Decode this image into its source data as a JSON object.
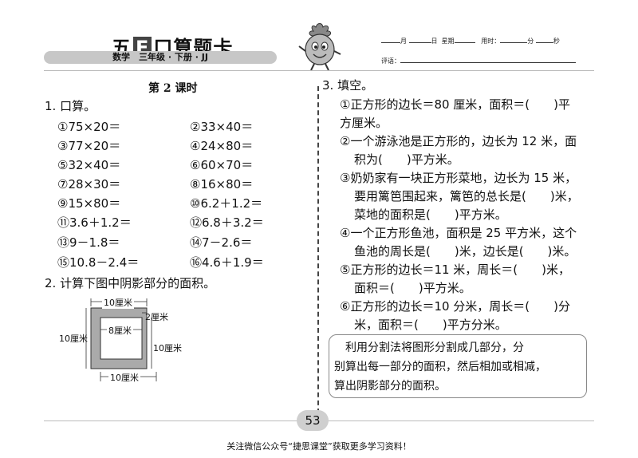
{
  "header": {
    "title_pre": "五",
    "title_e": "E",
    "title_post": "口算题卡",
    "subject_line": "数学　三年级 · 下册 · JJ",
    "date_month": "月",
    "date_day": "日",
    "date_weekday": "星期",
    "time_used": "用时：",
    "minute": "分",
    "second": "秒",
    "comment": "评语："
  },
  "left": {
    "lesson": "第 2 课时",
    "q1_title": "1. 口算。",
    "items": [
      "①75×20＝",
      "②33×40＝",
      "③77×20＝",
      "④24×80＝",
      "⑤32×40＝",
      "⑥60×70＝",
      "⑦28×30＝",
      "⑧16×80＝",
      "⑨15×80＝",
      "⑩6.2＋1.2＝",
      "⑪3.6＋1.2＝",
      "⑫6.8＋3.2＝",
      "⑬9－1.8＝",
      "⑭7－2.6＝",
      "⑮10.8－2.4＝",
      "⑯4.6＋1.9＝"
    ],
    "q2_title": "2. 计算下图中阴影部分的面积。",
    "diagram": {
      "top": "10厘米",
      "inner": "8厘米",
      "gap": "2厘米",
      "left": "10厘米",
      "right": "10厘米",
      "bottom": "10厘米"
    }
  },
  "right": {
    "q3_title": "3. 填空。",
    "lines": [
      "①正方形的边长＝80 厘米，面积＝(　　)平",
      "方厘米。",
      "②一个游泳池是正方形的，边长为 12 米，面",
      "积为(　　)平方米。",
      "③奶奶家有一块正方形菜地，边长为 15 米，",
      "要用篱笆围起来，篱笆的总长是(　　)米，",
      "菜地的面积是(　　)平方米。",
      "④一个正方形鱼池，面积是 25 平方米，这个",
      "鱼池的周长是(　　)米，边长是(　　)米。",
      "⑤正方形的边长＝11 米，周长＝(　　)米，",
      "面积＝(　　)平方米。",
      "⑥正方形的边长＝10 分米，周长＝(　　)分",
      "米，面积＝(　　)平方分米。"
    ],
    "hint": [
      "　利用分割法将图形分割成几部分，分",
      "别算出每一部分的面积，然后相加或相减，",
      "算出阴影部分的面积。"
    ]
  },
  "page_number": "53",
  "footer": "关注微信公众号“捷思课堂”获取更多学习资料！"
}
